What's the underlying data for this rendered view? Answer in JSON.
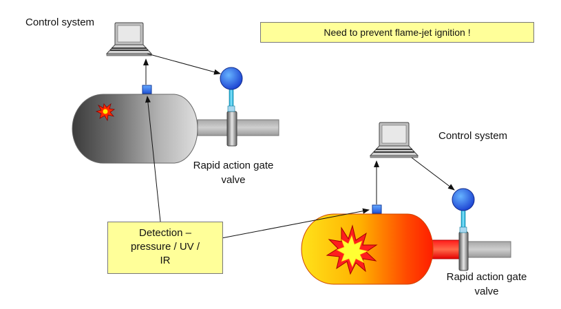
{
  "warning_note": "Need to prevent flame-jet ignition !",
  "system_top": {
    "control_label": "Control system",
    "valve_label_line1": "Rapid action gate",
    "valve_label_line2": "valve"
  },
  "system_bottom": {
    "control_label": "Control system",
    "valve_label_line1": "Rapid action gate",
    "valve_label_line2": "valve"
  },
  "detection_callout": {
    "line1": "Detection –",
    "line2": "pressure / UV /",
    "line3": "IR"
  },
  "colors": {
    "note_fill": "#ffff99",
    "sensor_blue": "#2255dd",
    "pipe_gray": "#b8b8b8",
    "flame_red": "#ff2a00",
    "flame_yellow": "#ffee00"
  },
  "icons": [
    "laptop-icon",
    "pressure-gauge-icon",
    "explosion-icon",
    "sensor-icon"
  ]
}
